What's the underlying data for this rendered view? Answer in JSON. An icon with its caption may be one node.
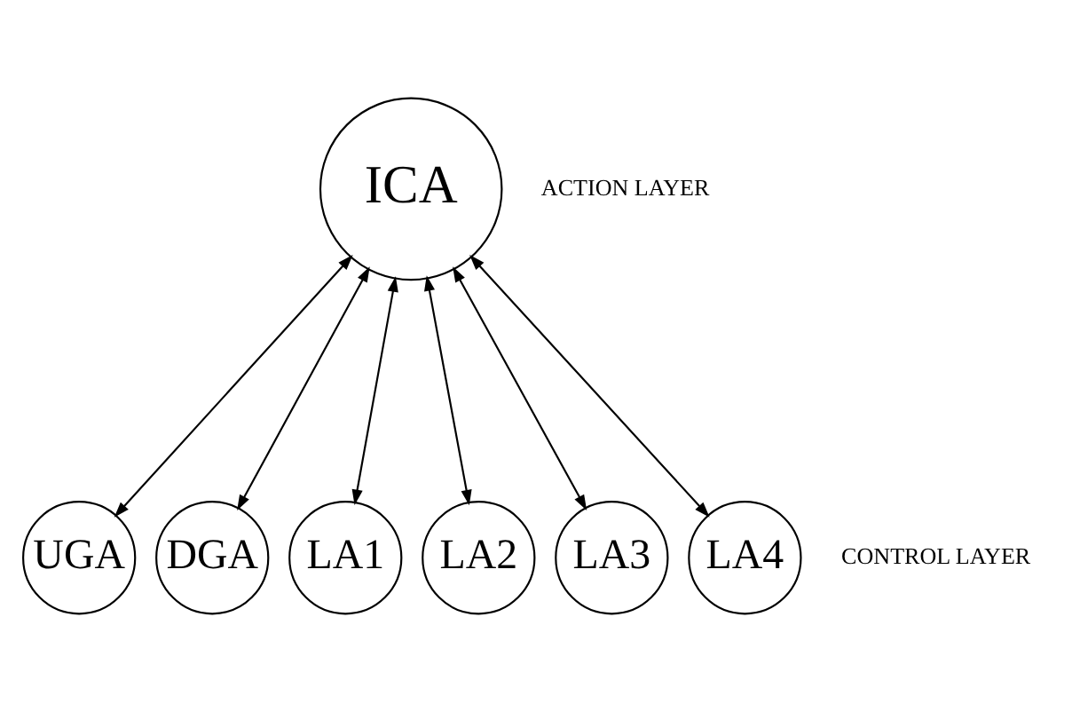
{
  "diagram": {
    "nodes": [
      {
        "text": [
          "ICA"
        ]
      },
      {
        "text": [
          "UGA"
        ]
      },
      {
        "text": [
          "DGA"
        ]
      },
      {
        "text": [
          "LA1"
        ]
      },
      {
        "text": [
          "LA2"
        ]
      },
      {
        "text": [
          "LA3"
        ]
      },
      {
        "text": [
          "LA4"
        ]
      }
    ],
    "edges": [
      {
        "from": 0,
        "to": 1,
        "arrow": "both"
      },
      {
        "from": 0,
        "to": 2,
        "arrow": "both"
      },
      {
        "from": 0,
        "to": 3,
        "arrow": "both"
      },
      {
        "from": 0,
        "to": 4,
        "arrow": "both"
      },
      {
        "from": 0,
        "to": 5,
        "arrow": "both"
      },
      {
        "from": 0,
        "to": 6,
        "arrow": "both"
      }
    ],
    "labels": [
      "ACTION LAYER",
      "CONTROL LAYER"
    ]
  }
}
